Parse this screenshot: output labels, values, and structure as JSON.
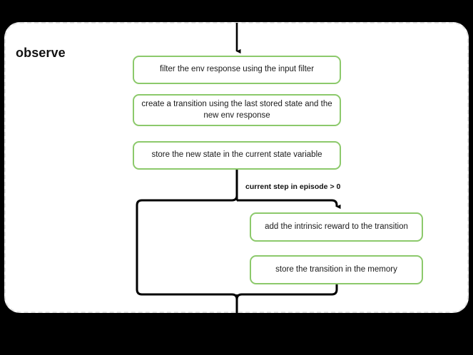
{
  "diagram": {
    "title": "observe",
    "background_color": "#000000",
    "container_fill": "#ffffff",
    "container_border_color": "#e2e2e2",
    "node_border_color": "#8cc96b",
    "connector_color": "#000000",
    "nodes": [
      {
        "id": "filter",
        "label": "filter the env response using the input filter"
      },
      {
        "id": "transition",
        "label": "create a transition using the last stored state and the new env response"
      },
      {
        "id": "store_state",
        "label": "store the new state in the current state variable"
      },
      {
        "id": "intrinsic",
        "label": "add the intrinsic reward to the transition"
      },
      {
        "id": "store_mem",
        "label": "store the transition in the memory"
      }
    ],
    "edge_labels": [
      {
        "id": "condition",
        "label": "current step in episode > 0"
      }
    ]
  }
}
